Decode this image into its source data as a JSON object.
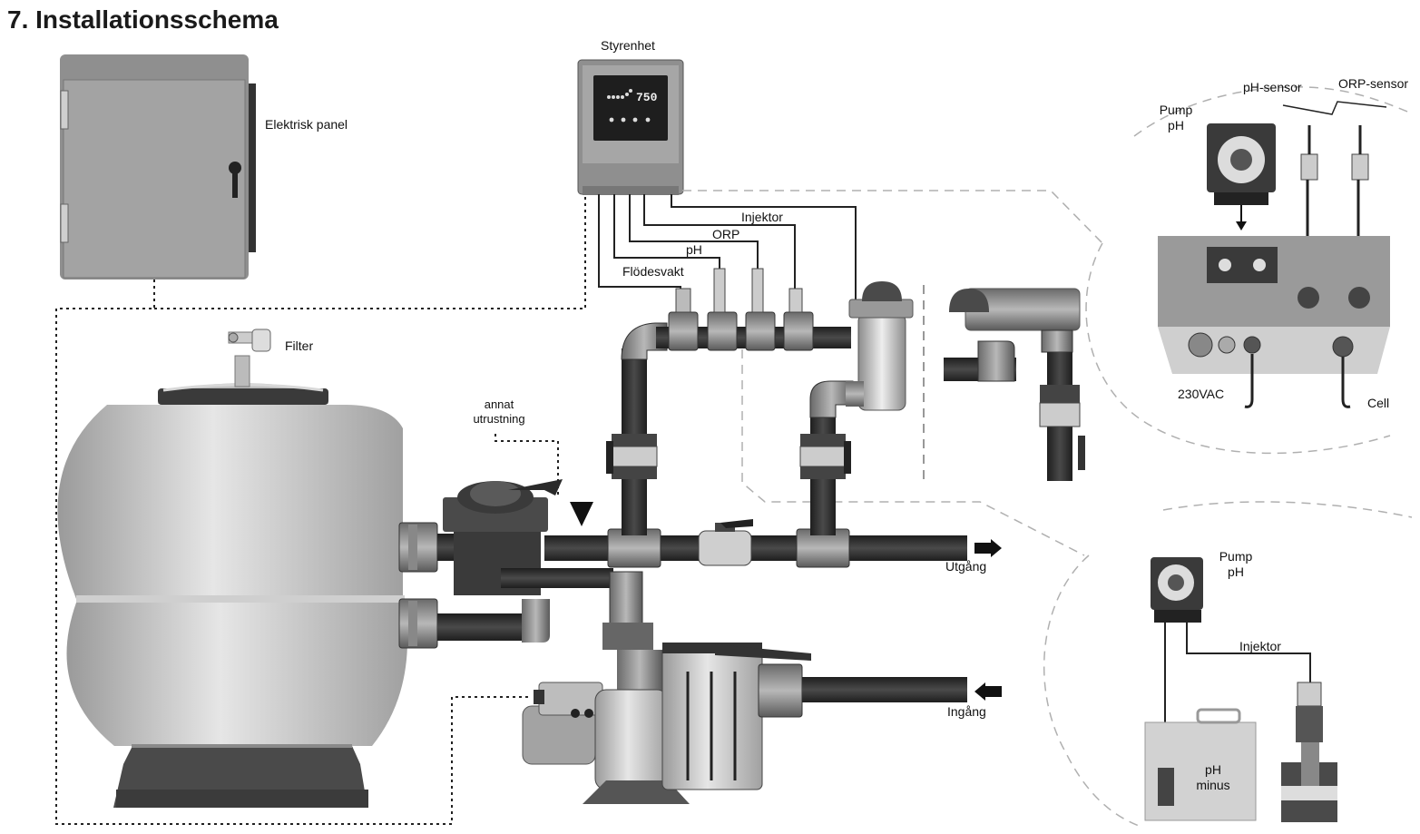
{
  "title": "7. Installationsschema",
  "labels": {
    "electrical_panel": "Elektrisk panel",
    "control_unit": "Styrenhet",
    "display_value": "750",
    "injector_top": "Injektor",
    "orp": "ORP",
    "ph": "pH",
    "flow_switch": "Flödesvakt",
    "filter": "Filter",
    "other_equipment_1": "annat",
    "other_equipment_2": "utrustning",
    "outlet": "Utgång",
    "inlet": "Ingång",
    "pump_ph_top_1": "Pump",
    "pump_ph_top_2": "pH",
    "ph_sensor": "pH-sensor",
    "orp_sensor": "ORP-sensor",
    "vac": "230VAC",
    "cell": "Cell",
    "pump_ph_bottom_1": "Pump",
    "pump_ph_bottom_2": "pH",
    "injector_bottom": "Injektor",
    "ph_minus_1": "pH",
    "ph_minus_2": "minus"
  }
}
